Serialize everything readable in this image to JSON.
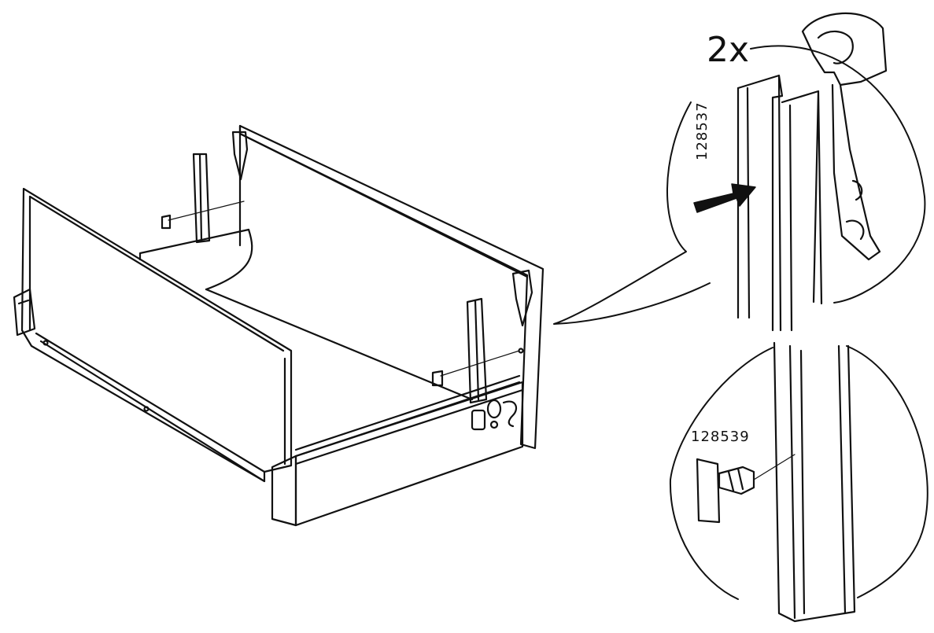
{
  "diagram": {
    "quantity_label": "2x",
    "part_numbers": {
      "clip_rail": "128537",
      "plug": "128539"
    }
  }
}
